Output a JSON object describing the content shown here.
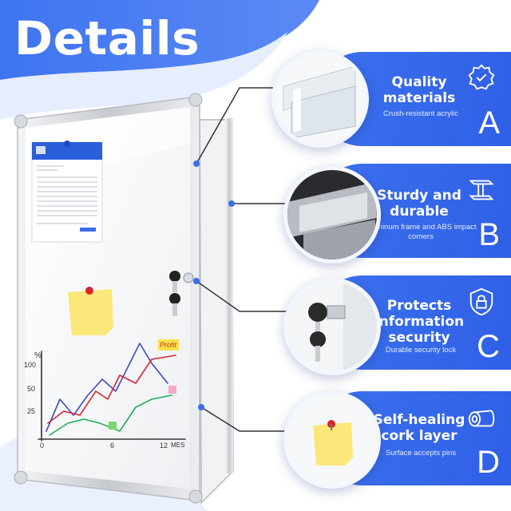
{
  "page_title": "Details",
  "features": [
    {
      "title": "Quality materials",
      "subtitle": "Crush-resistant acrylic",
      "letter": "A",
      "icon": "badge-check-icon"
    },
    {
      "title": "Sturdy and durable",
      "subtitle": "Aluminum frame and ABS impact corners",
      "letter": "B",
      "icon": "i-beam-icon"
    },
    {
      "title": "Protects information security",
      "subtitle": "Durable security lock",
      "letter": "C",
      "icon": "shield-lock-icon"
    },
    {
      "title": "Self-healing cork layer",
      "subtitle": "Surface accepts pins",
      "letter": "D",
      "icon": "cork-log-icon"
    }
  ],
  "board": {
    "sticky_note_text": "Profit",
    "chart_labels": {
      "y_unit": "%",
      "y_ticks": [
        "100",
        "50",
        "25"
      ],
      "x_ticks": [
        "0",
        "6",
        "12"
      ],
      "x_unit": "MES"
    }
  },
  "colors": {
    "accent_blue": "#3366ee",
    "frame_silver": "#c9ccd1",
    "sticky_yellow": "#fbe77a"
  }
}
